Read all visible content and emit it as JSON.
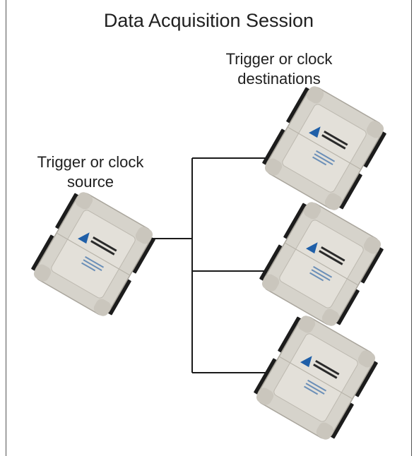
{
  "diagram": {
    "title": "Data Acquisition Session",
    "source_label": {
      "line1": "Trigger or clock",
      "line2": "source"
    },
    "destinations_label": {
      "line1": "Trigger or clock",
      "line2": "destinations"
    },
    "devices": [
      {
        "role": "source",
        "icon": "daq-device-icon"
      },
      {
        "role": "destination",
        "icon": "daq-device-icon"
      },
      {
        "role": "destination",
        "icon": "daq-device-icon"
      },
      {
        "role": "destination",
        "icon": "daq-device-icon"
      }
    ],
    "colors": {
      "device_body": "#d6d3cb",
      "device_edge": "#a9a59c",
      "connector": "#1c1c1c",
      "logo": "#1f5fa8",
      "wire": "#1a1a1a"
    }
  }
}
